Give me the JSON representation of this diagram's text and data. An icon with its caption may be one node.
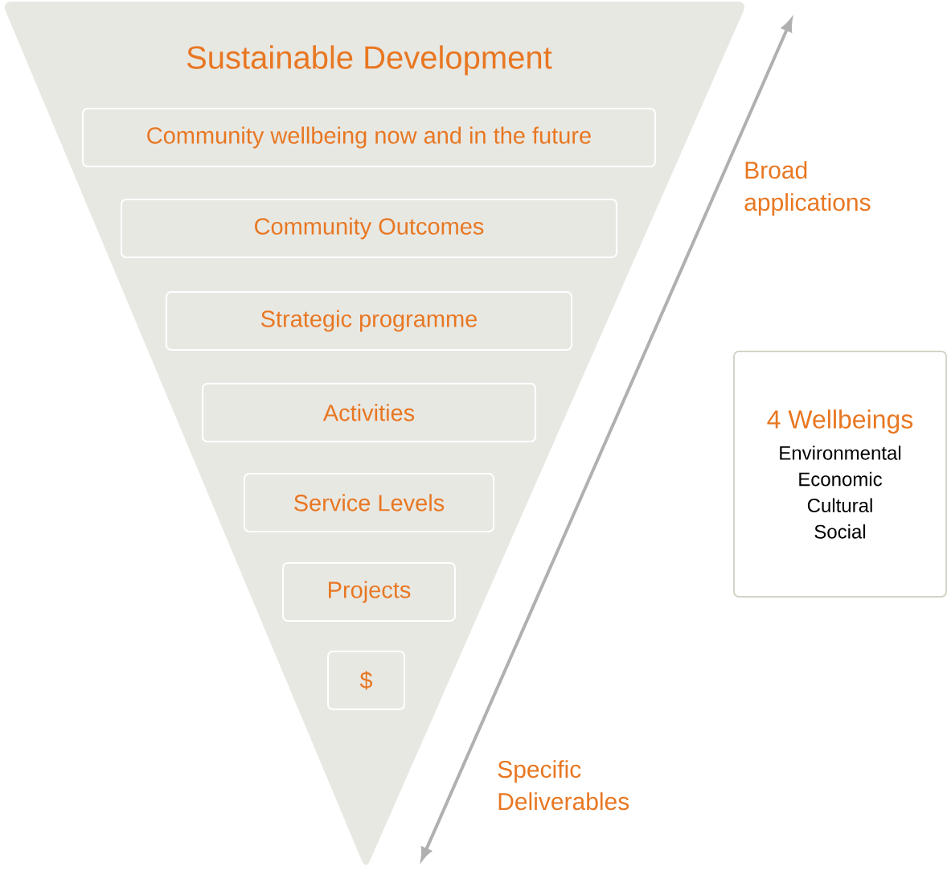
{
  "diagram": {
    "nodes": [
      {
        "text": [
          "Sustainable Development"
        ]
      },
      {
        "text": [
          "Community wellbeing now and in the future"
        ],
        "in": 0
      },
      {
        "text": [
          "Community Outcomes"
        ],
        "in": 0
      },
      {
        "text": [
          "Strategic programme"
        ],
        "in": 0
      },
      {
        "text": [
          "Activities"
        ],
        "in": 0
      },
      {
        "text": [
          "Service Levels"
        ],
        "in": 0
      },
      {
        "text": [
          "Projects"
        ],
        "in": 0
      },
      {
        "text": [
          "$"
        ],
        "in": 0
      },
      {
        "text": [
          "4 Wellbeings",
          "Environmental",
          "Economic",
          "Cultural",
          "Social"
        ]
      }
    ],
    "edges": [],
    "labels": [
      "Broad applications",
      "Specific Deliverables"
    ]
  }
}
